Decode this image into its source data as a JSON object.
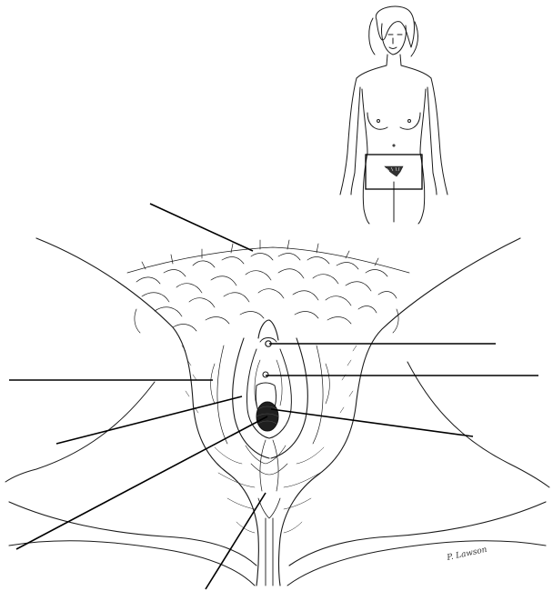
{
  "figure": {
    "signature": "P. Lawson"
  },
  "icons": {
    "inset": "full-body-figure-icon",
    "region_box": "region-box-icon",
    "main": "anatomy-drawing-icon"
  },
  "label_targets": [
    {
      "id": "leader-top-mons"
    },
    {
      "id": "leader-left-labia"
    },
    {
      "id": "leader-right-upper"
    },
    {
      "id": "leader-right-middle"
    },
    {
      "id": "leader-left-middle"
    },
    {
      "id": "leader-right-lower"
    },
    {
      "id": "leader-left-lower"
    },
    {
      "id": "leader-bottom"
    }
  ],
  "colors": {
    "ink": "#1a1a1a",
    "background": "#ffffff"
  }
}
